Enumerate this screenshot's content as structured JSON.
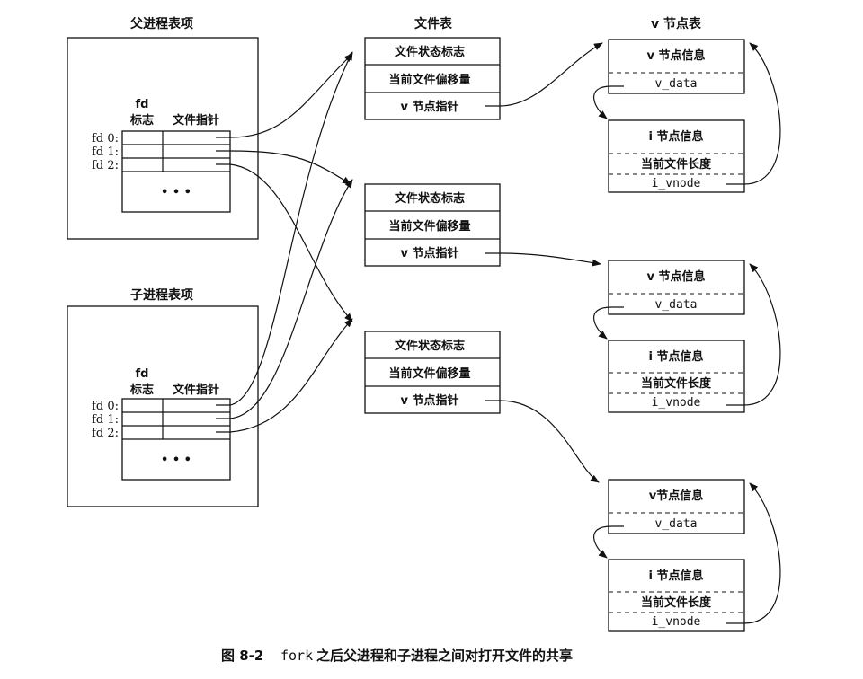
{
  "process_tables": [
    {
      "title": "父进程表项",
      "col_fd_flag_line1": "fd",
      "col_fd_flag_line2": "标志",
      "col_file_ptr": "文件指针",
      "rows": [
        "fd 0:",
        "fd 1:",
        "fd 2:"
      ],
      "ellipsis": "• • •"
    },
    {
      "title": "子进程表项",
      "col_fd_flag_line1": "fd",
      "col_fd_flag_line2": "标志",
      "col_file_ptr": "文件指针",
      "rows": [
        "fd 0:",
        "fd 1:",
        "fd 2:"
      ],
      "ellipsis": "• • •"
    }
  ],
  "file_table": {
    "title": "文件表",
    "entries": [
      {
        "status_flags": "文件状态标志",
        "offset": "当前文件偏移量",
        "vnode_ptr": "v 节点指针"
      },
      {
        "status_flags": "文件状态标志",
        "offset": "当前文件偏移量",
        "vnode_ptr": "v 节点指针"
      },
      {
        "status_flags": "文件状态标志",
        "offset": "当前文件偏移量",
        "vnode_ptr": "v 节点指针"
      }
    ]
  },
  "vnode_table": {
    "title": "v 节点表",
    "entries": [
      {
        "vnode_info": "v 节点信息",
        "v_data": "v_data",
        "inode_info": "i 节点信息",
        "file_size": "当前文件长度",
        "i_vnode": "i_vnode"
      },
      {
        "vnode_info": "v 节点信息",
        "v_data": "v_data",
        "inode_info": "i 节点信息",
        "file_size": "当前文件长度",
        "i_vnode": "i_vnode"
      },
      {
        "vnode_info": "v节点信息",
        "v_data": "v_data",
        "inode_info": "i 节点信息",
        "file_size": "当前文件长度",
        "i_vnode": "i_vnode"
      }
    ]
  },
  "caption": {
    "figure_label": "图 8-2",
    "code": "fork",
    "text": "之后父进程和子进程之间对打开文件的共享"
  }
}
